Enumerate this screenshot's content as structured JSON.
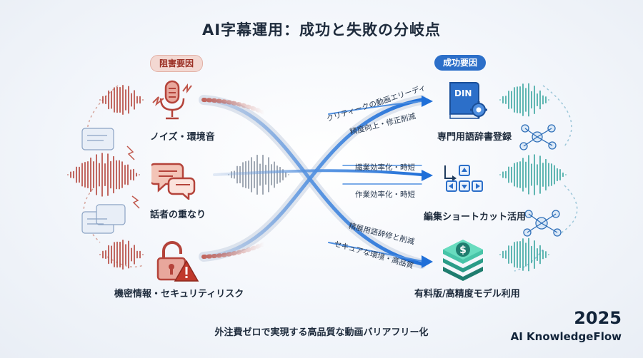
{
  "title": "AI字幕運用：成功と失敗の分岐点",
  "left_badge": "阻害要因",
  "right_badge": "成功要因",
  "obstacles": [
    {
      "label": "ノイズ・環境音",
      "icon": "microphone-noise-icon"
    },
    {
      "label": "話者の重なり",
      "icon": "speech-bubbles-icon"
    },
    {
      "label": "機密情報・セキュリティリスク",
      "icon": "unlocked-padlock-warning-icon"
    }
  ],
  "success_factors": [
    {
      "label": "専門用語辞書登録",
      "icon": "dictionary-book-gear-icon",
      "icon_text": "DIN"
    },
    {
      "label": "編集ショートカット活用",
      "icon": "keyboard-shortcut-icon"
    },
    {
      "label": "有料版/高精度モデル利用",
      "icon": "layered-paid-model-icon"
    }
  ],
  "flow_labels": [
    "クリティークの動画エリーディ",
    "精度向上・修正削減",
    "繊業効率化・時短",
    "作業効率化・時短",
    "精展用語辞修と削減",
    "セキュアな環境・高品質"
  ],
  "footer": "外注費ゼロで実現する高品質な動画バリアフリー化",
  "year": "2025",
  "brand": "AI KnowledgeFlow",
  "colors": {
    "obstacle": "#b4433a",
    "success": "#2c6fc9",
    "accent_teal": "#3aa6a0",
    "title": "#1e2b3c"
  }
}
